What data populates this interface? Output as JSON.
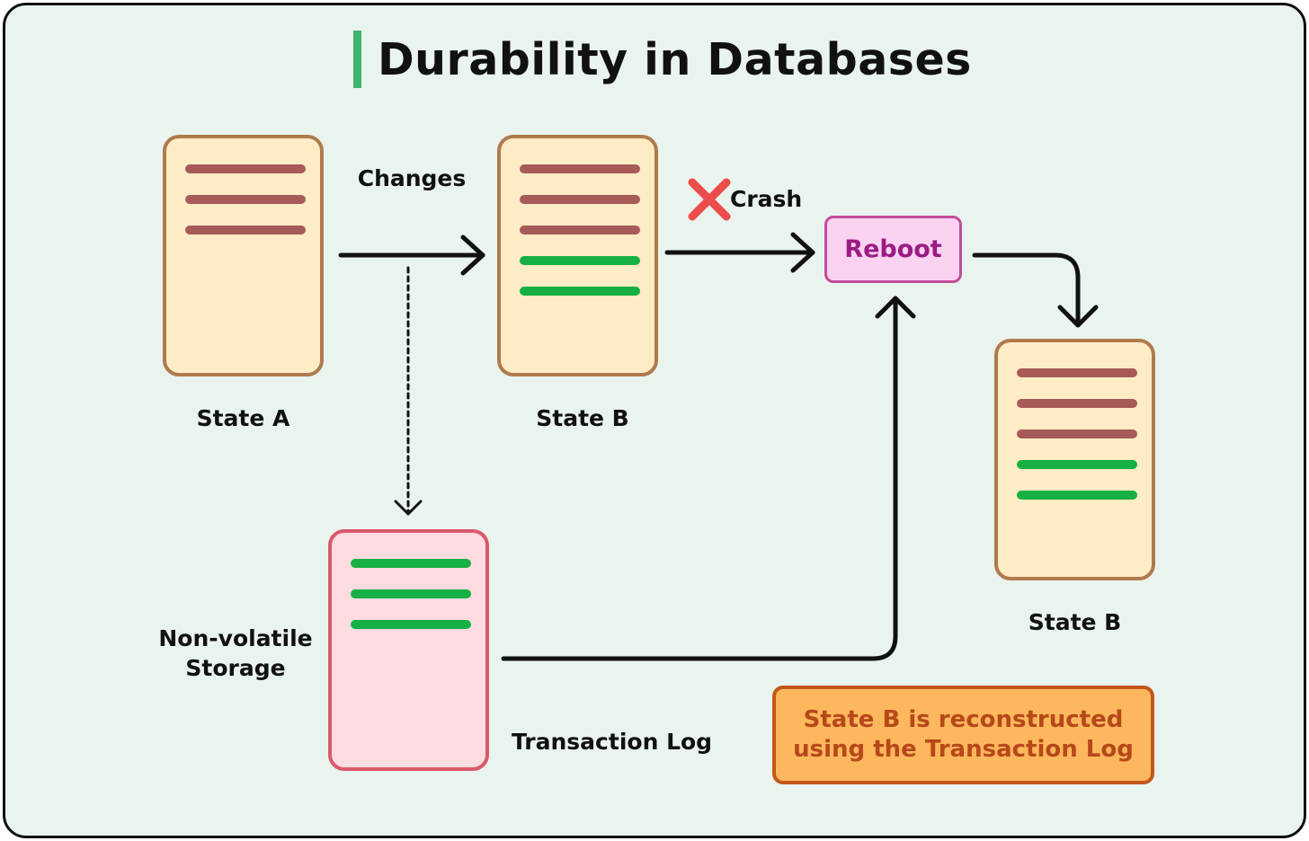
{
  "title": "Durability in Databases",
  "labels": {
    "state_a": "State A",
    "state_b_top": "State B",
    "state_b_right": "State B",
    "changes": "Changes",
    "crash": "Crash",
    "reboot": "Reboot",
    "storage_line1": "Non-volatile",
    "storage_line2": "Storage",
    "transaction_log": "Transaction Log"
  },
  "note": {
    "line1": "State B is reconstructed",
    "line2": "using the Transaction Log"
  },
  "documents": {
    "state_a": [
      "record",
      "record",
      "record"
    ],
    "state_b_top": [
      "record",
      "record",
      "record",
      "change",
      "change"
    ],
    "transaction_log": [
      "change",
      "change",
      "change"
    ],
    "state_b_right": [
      "record",
      "record",
      "record",
      "change",
      "change"
    ]
  },
  "icons": {
    "crash": "cross-icon"
  },
  "colors": {
    "background": "#eaf4ee",
    "title_accent": "#3fb26b",
    "record_line": "#a85a58",
    "change_line": "#16b044",
    "state_doc_fill": "#fdecc6",
    "state_doc_border": "#b07a4c",
    "log_doc_fill": "#fcdbe1",
    "log_doc_border": "#d9596a",
    "reboot_fill": "#fcd2f1",
    "reboot_text": "#9b1b86",
    "note_fill": "#fdb75c",
    "note_text": "#b7481a",
    "crash_icon": "#ee4b4b"
  }
}
